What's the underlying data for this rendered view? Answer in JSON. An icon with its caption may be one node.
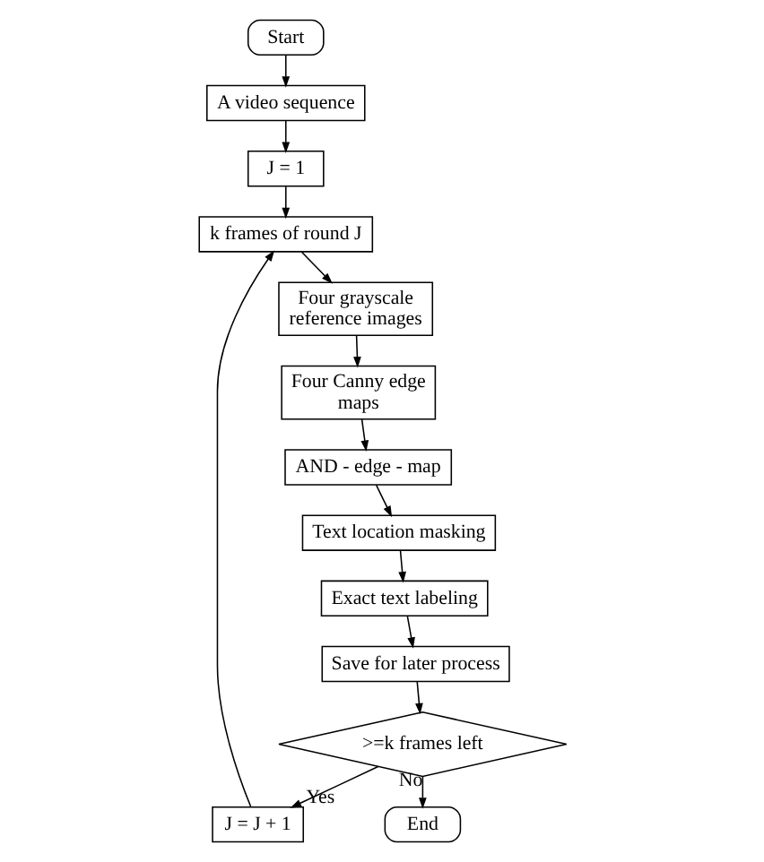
{
  "diagram": {
    "nodes": [
      {
        "text": [
          "Start"
        ]
      },
      {
        "text": [
          "A video sequence"
        ]
      },
      {
        "text": [
          "J = 1"
        ]
      },
      {
        "text": [
          "J = J + 1"
        ]
      },
      {
        "text": [
          "k frames of round J"
        ]
      },
      {
        "text": [
          "Four grayscale reference images"
        ]
      },
      {
        "text": [
          "Four Canny edge maps"
        ]
      },
      {
        "text": [
          "AND - edge - map"
        ]
      },
      {
        "text": [
          "Text location masking"
        ]
      },
      {
        "text": [
          "Exact text labeling"
        ]
      },
      {
        "text": [
          "Save for later process"
        ]
      },
      {
        "text": [
          ">=k frames left"
        ]
      },
      {
        "text": [
          "End"
        ]
      }
    ],
    "edges": [
      {
        "from": 0,
        "to": 1,
        "arrow": "to"
      },
      {
        "from": 1,
        "to": 2,
        "arrow": "to"
      },
      {
        "from": 2,
        "to": 4,
        "arrow": "to"
      },
      {
        "from": 4,
        "to": 5,
        "arrow": "to"
      },
      {
        "from": 5,
        "to": 6,
        "arrow": "to"
      },
      {
        "from": 6,
        "to": 7,
        "arrow": "to"
      },
      {
        "from": 7,
        "to": 8,
        "arrow": "to"
      },
      {
        "from": 8,
        "to": 9,
        "arrow": "to"
      },
      {
        "from": 9,
        "to": 10,
        "arrow": "to"
      },
      {
        "from": 10,
        "to": 11,
        "arrow": "to"
      },
      {
        "from": 11,
        "to": 3,
        "label": "Yes",
        "arrow": "to"
      },
      {
        "from": 3,
        "to": 4,
        "arrow": "to"
      },
      {
        "from": 11,
        "to": 12,
        "label": "No",
        "arrow": "to"
      }
    ]
  }
}
